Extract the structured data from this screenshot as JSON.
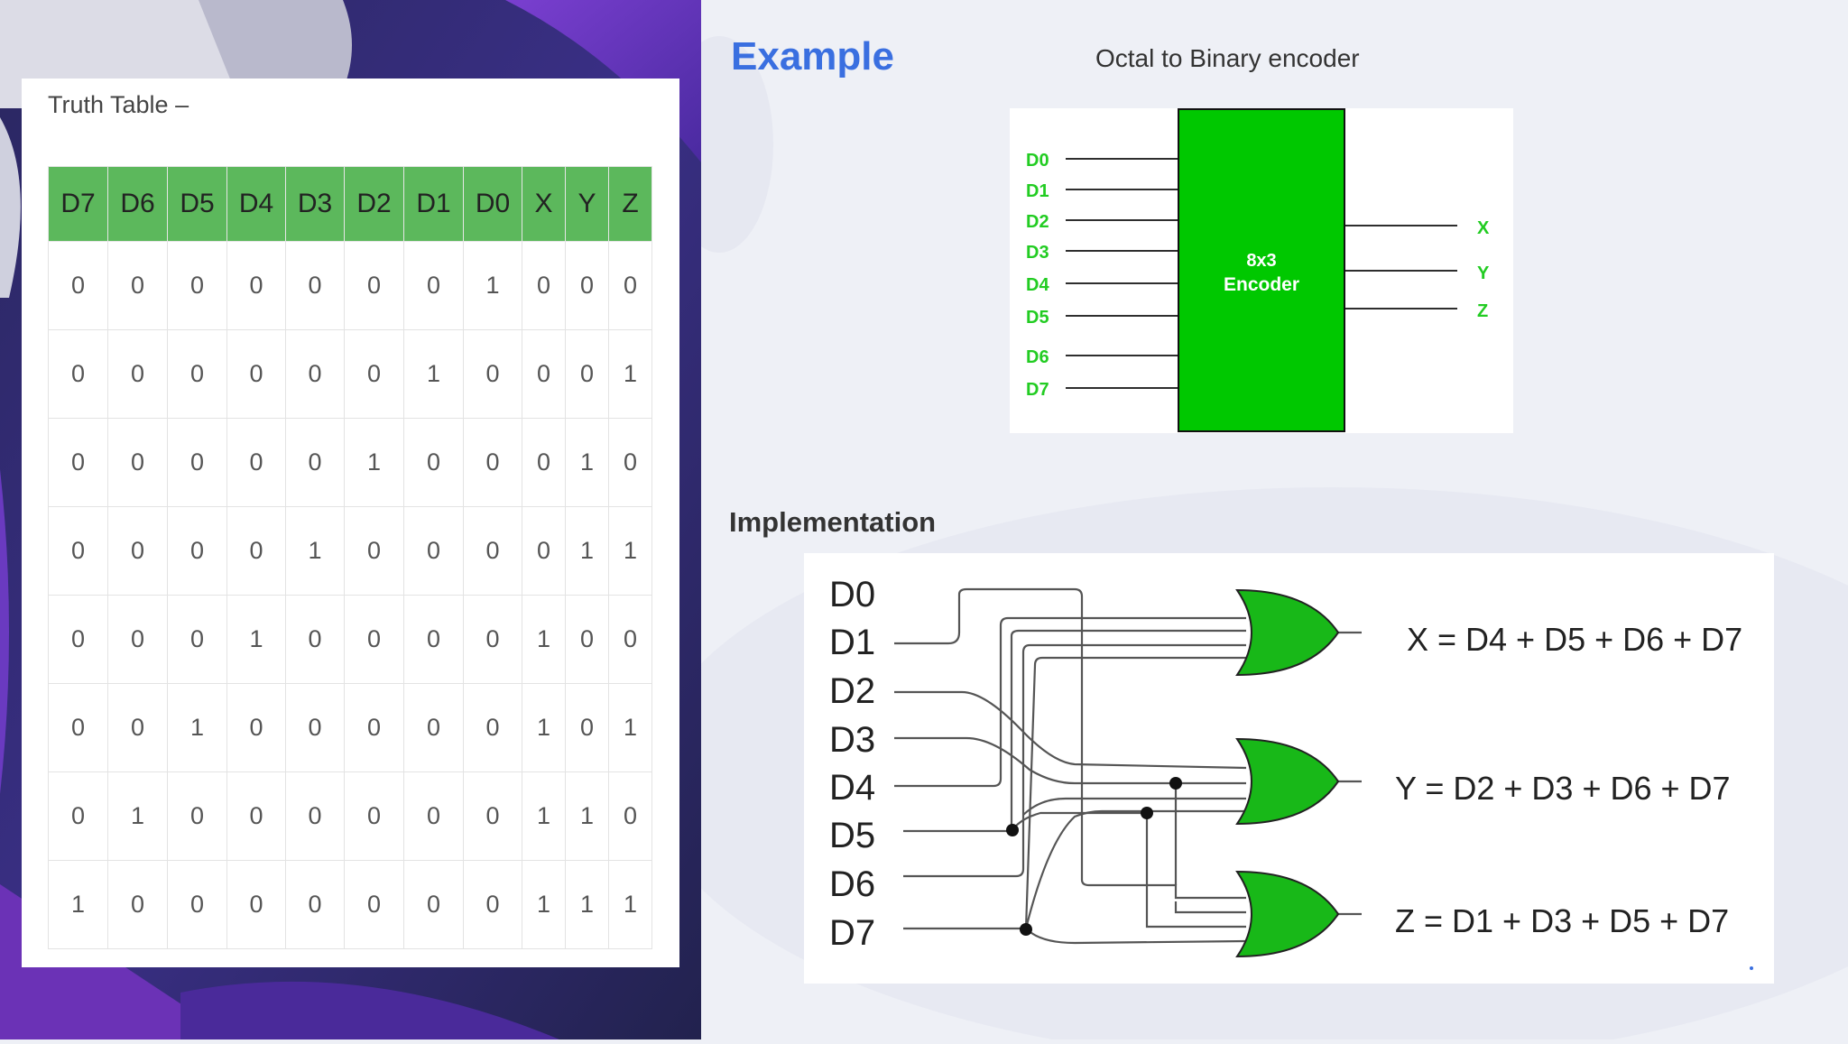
{
  "truth_table": {
    "title": "Truth Table –",
    "headers": [
      "D7",
      "D6",
      "D5",
      "D4",
      "D3",
      "D2",
      "D1",
      "D0",
      "X",
      "Y",
      "Z"
    ],
    "rows": [
      [
        "0",
        "0",
        "0",
        "0",
        "0",
        "0",
        "0",
        "1",
        "0",
        "0",
        "0"
      ],
      [
        "0",
        "0",
        "0",
        "0",
        "0",
        "0",
        "1",
        "0",
        "0",
        "0",
        "1"
      ],
      [
        "0",
        "0",
        "0",
        "0",
        "0",
        "1",
        "0",
        "0",
        "0",
        "1",
        "0"
      ],
      [
        "0",
        "0",
        "0",
        "0",
        "1",
        "0",
        "0",
        "0",
        "0",
        "1",
        "1"
      ],
      [
        "0",
        "0",
        "0",
        "1",
        "0",
        "0",
        "0",
        "0",
        "1",
        "0",
        "0"
      ],
      [
        "0",
        "0",
        "1",
        "0",
        "0",
        "0",
        "0",
        "0",
        "1",
        "0",
        "1"
      ],
      [
        "0",
        "1",
        "0",
        "0",
        "0",
        "0",
        "0",
        "0",
        "1",
        "1",
        "0"
      ],
      [
        "1",
        "0",
        "0",
        "0",
        "0",
        "0",
        "0",
        "0",
        "1",
        "1",
        "1"
      ]
    ]
  },
  "example": {
    "title": "Example",
    "subtitle": "Octal to Binary encoder"
  },
  "encoder": {
    "inputs": [
      "D0",
      "D1",
      "D2",
      "D3",
      "D4",
      "D5",
      "D6",
      "D7"
    ],
    "block_line1": "8x3",
    "block_line2": "Encoder",
    "outputs": [
      "X",
      "Y",
      "Z"
    ]
  },
  "implementation": {
    "title": "Implementation",
    "inputs": [
      "D0",
      "D1",
      "D2",
      "D3",
      "D4",
      "D5",
      "D6",
      "D7"
    ],
    "equations": [
      "X = D4 + D5 + D6 + D7",
      "Y = D2 + D3 + D6 + D7",
      "Z = D1 + D3 + D5 + D7"
    ]
  },
  "colors": {
    "table_header": "#5cb85c",
    "encoder_green": "#00c800",
    "label_green": "#22cc22",
    "gate_green": "#18b818",
    "title_blue": "#3a6fe0"
  }
}
